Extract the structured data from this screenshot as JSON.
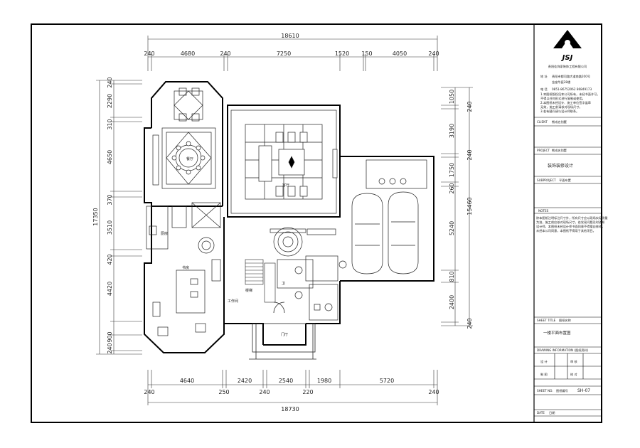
{
  "dimensions": {
    "top_total": "18610",
    "top_segments": [
      "240",
      "4680",
      "240",
      "7250",
      "1520",
      "150",
      "4050",
      "240"
    ],
    "bottom_total": "18730",
    "bottom_segments": [
      "240",
      "4640",
      "250",
      "2420",
      "240",
      "2540",
      "220",
      "1980",
      "5720",
      "240"
    ],
    "left_total": "17350",
    "left_segments": [
      "240",
      "2290",
      "310",
      "4650",
      "370",
      "3510",
      "420",
      "4420",
      "900",
      "240"
    ],
    "right_total": "15460",
    "right_segments": [
      "1050",
      "240",
      "3190",
      "240",
      "1750",
      "260",
      "5240",
      "810",
      "2400",
      "240"
    ]
  },
  "rooms": {
    "dining": "餐厅",
    "living": "客厅",
    "kitchen": "厨房",
    "study": "书房",
    "utility": "工作间",
    "toilet": "卫",
    "stair_area": "楼梯",
    "entrance": "门厅"
  },
  "title_block": {
    "logo_text": "JSJ",
    "company": "贵阳佳饰家装饰工程有限公司",
    "address_label": "地 址",
    "address": "贵阳市都司路大道南路200号",
    "address2": "金座华庭28楼",
    "phone_label": "电 话",
    "phone": "0851-86752062 86849173",
    "notes": [
      "1.本图纸版权归本公司所有，未经书面许可，",
      "不得以任何形式进行复制或使用。",
      "2.本图纸未经设计、施工单位签字盖章",
      "无效，施工前请核对现场尺寸。",
      "3.若有疑问请与设计师联系。"
    ],
    "client_label": "CLIENT",
    "client_value": "熊成名别墅",
    "project_label": "PROJECT",
    "project_value": "熊成名别墅",
    "project_title": "装饰装修设计",
    "subproject_label": "SUBPROJECT",
    "subproject_value": "平面布置",
    "notes_label": "NOTES",
    "notes_text": [
      "除本图纸注明标注尺寸外，所有尺寸应以现场实际测量",
      "为准，施工前应核对现场尺寸，若发现问题及时通知",
      "设计师，本图纸未经设计师书面同意不得擅自修改，",
      "未经本公司同意，本图纸不得用于其他项目。"
    ],
    "sheet_title_label": "SHEET TITLE",
    "sheet_title_cn": "图纸名称",
    "sheet_title_value": "一楼平面布置图",
    "drawing_info_label": "DRAWING INFORMATION (图纸资料)",
    "row1": [
      "设 计",
      "",
      "审 核",
      ""
    ],
    "row2": [
      "制 图",
      "",
      "校 对",
      ""
    ],
    "sheet_no_label": "SHEET NO.",
    "sheet_no_cn": "图纸编号",
    "sheet_no_value": "SH-07",
    "date_label": "DATE",
    "date_cn": "日期"
  }
}
